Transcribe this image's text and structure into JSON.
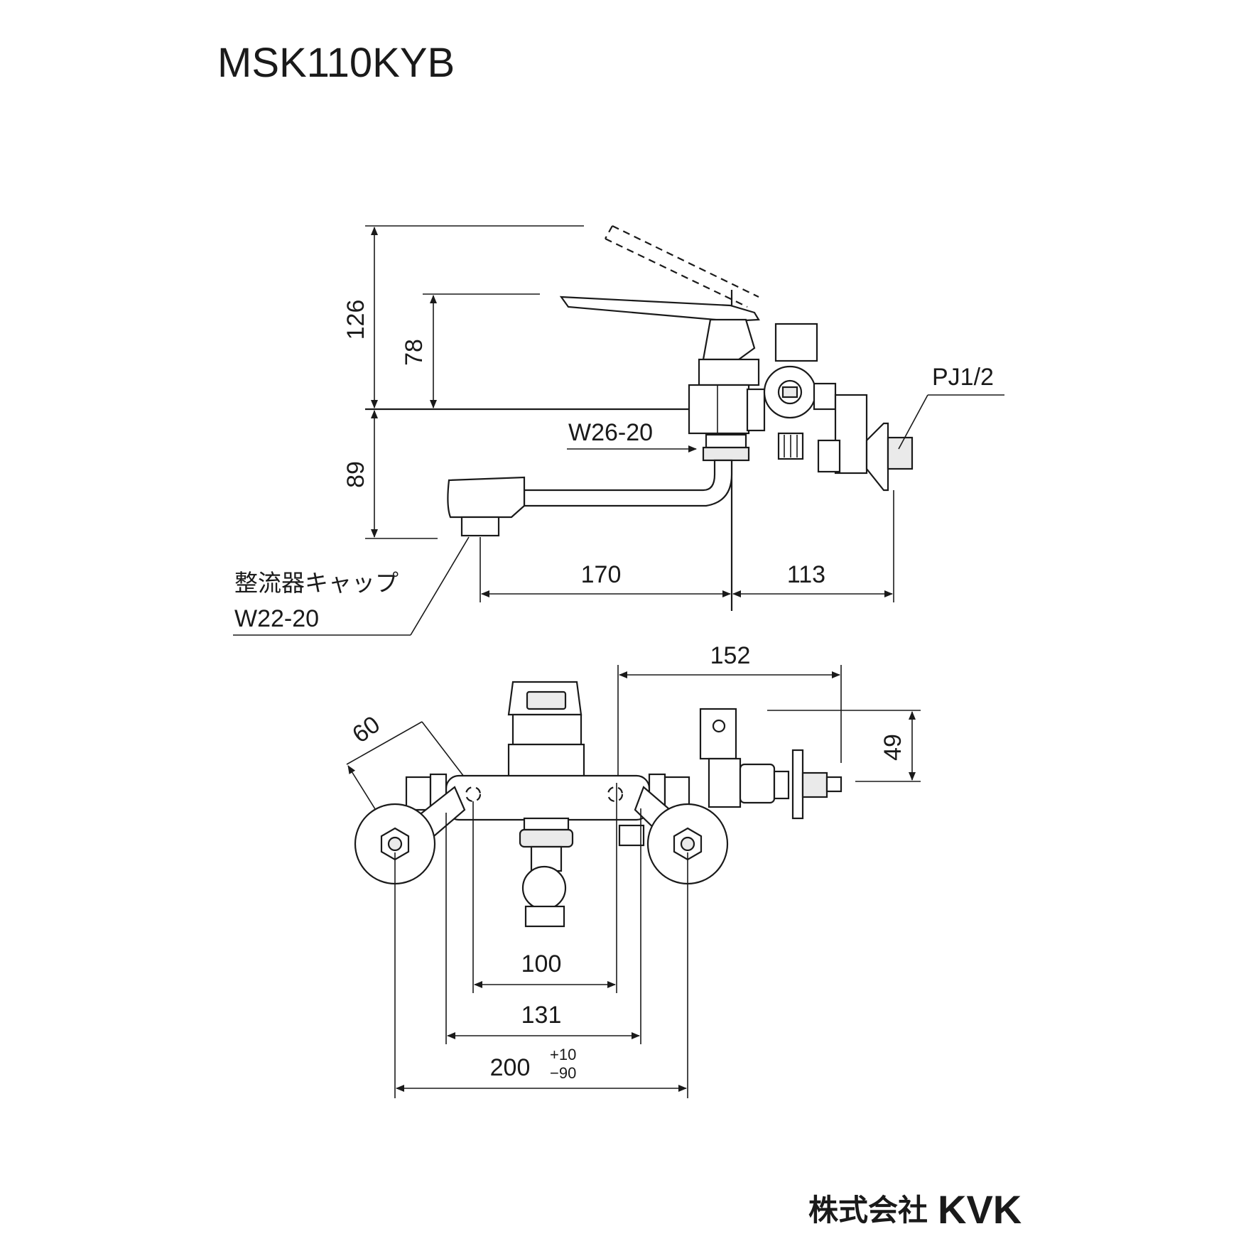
{
  "title": "MSK110KYB",
  "side_view": {
    "height_total": "126",
    "height_lever": "78",
    "height_spout": "89",
    "outlet_thread": "W26-20",
    "supply_thread": "PJ1/2",
    "spout_reach": "170",
    "body_depth": "113",
    "aerator_cap_label": "整流器キャップ",
    "aerator_cap_thread": "W22-20"
  },
  "front_view": {
    "fitting_offset": "152",
    "fitting_height": "49",
    "arm_length": "60",
    "center_a": "100",
    "center_b": "131",
    "center_c": "200",
    "center_c_tol_plus": "+10",
    "center_c_tol_minus": "−90"
  },
  "brand": {
    "company": "株式会社",
    "logo": "KVK"
  }
}
